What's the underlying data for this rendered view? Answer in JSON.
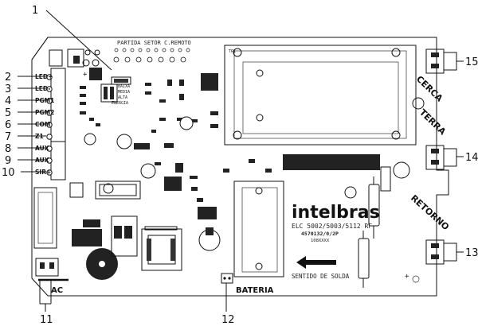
{
  "callouts": [
    {
      "n": "1"
    },
    {
      "n": "2"
    },
    {
      "n": "3"
    },
    {
      "n": "4"
    },
    {
      "n": "5"
    },
    {
      "n": "6"
    },
    {
      "n": "7"
    },
    {
      "n": "8"
    },
    {
      "n": "9"
    },
    {
      "n": "10"
    },
    {
      "n": "11"
    },
    {
      "n": "12"
    },
    {
      "n": "13"
    },
    {
      "n": "14"
    },
    {
      "n": "15"
    }
  ],
  "left_terminals": [
    "LED+",
    "LED-",
    "PGM1",
    "PGM2",
    "COM",
    "Z1",
    "AUX",
    "AUX",
    "SIR+"
  ],
  "top_header": "PARTIDA  SETOR  C.REMOTO",
  "jumper_labels": [
    "BAIXA",
    "MEDIA",
    "ALTA",
    "ENERGIA"
  ],
  "right_labels": {
    "cerca": "CERCA",
    "terra": "TERRA",
    "retorno": "RETORNO"
  },
  "brand": "intelbras",
  "model": "ELC 5002/5003/5112  RF",
  "part_no": "4570132/0/2P",
  "serial": "108XXXX",
  "direction": "SENTIDO DE SOLDA",
  "battery": "BATERIA",
  "ac": "AC"
}
